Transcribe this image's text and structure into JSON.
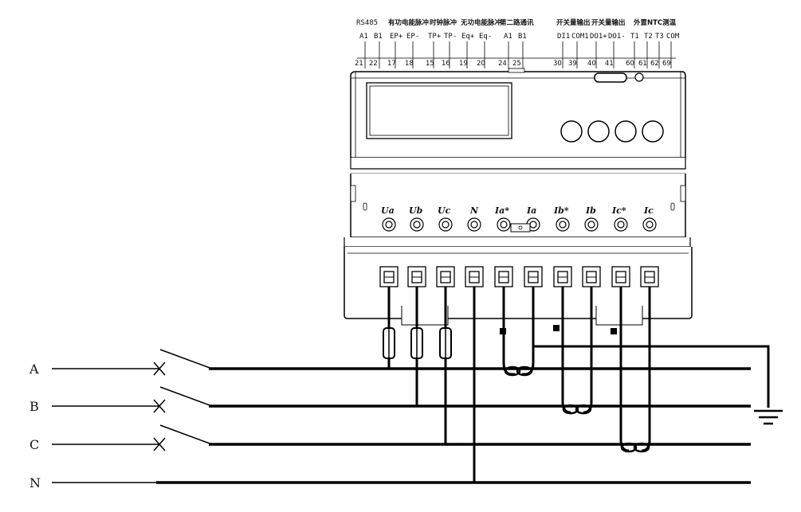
{
  "header_groups": [
    "RS485",
    "有功电能脉冲",
    "时钟脉冲",
    "无功电能脉冲",
    "第二路通讯",
    "开关量输出",
    "开关量输出",
    "外置NTC测温"
  ],
  "signals": [
    "A1",
    "B1",
    "EP+",
    "EP-",
    "TP+",
    "TP-",
    "Eq+",
    "Eq-",
    "A1",
    "B1",
    "DI1",
    "COM1",
    "DO1+",
    "DO1-",
    "T1",
    "T2",
    "T3",
    "COM"
  ],
  "pins": [
    "21",
    "22",
    "17",
    "18",
    "15",
    "16",
    "19",
    "20",
    "24",
    "25",
    "30",
    "39",
    "40",
    "41",
    "60",
    "61",
    "62",
    "69"
  ],
  "front_terminals": [
    "Ua",
    "Ub",
    "Uc",
    "N",
    "Ia*",
    "Ia",
    "Ib*",
    "Ib",
    "Ic*",
    "Ic"
  ],
  "phases": [
    "A",
    "B",
    "C",
    "N"
  ]
}
